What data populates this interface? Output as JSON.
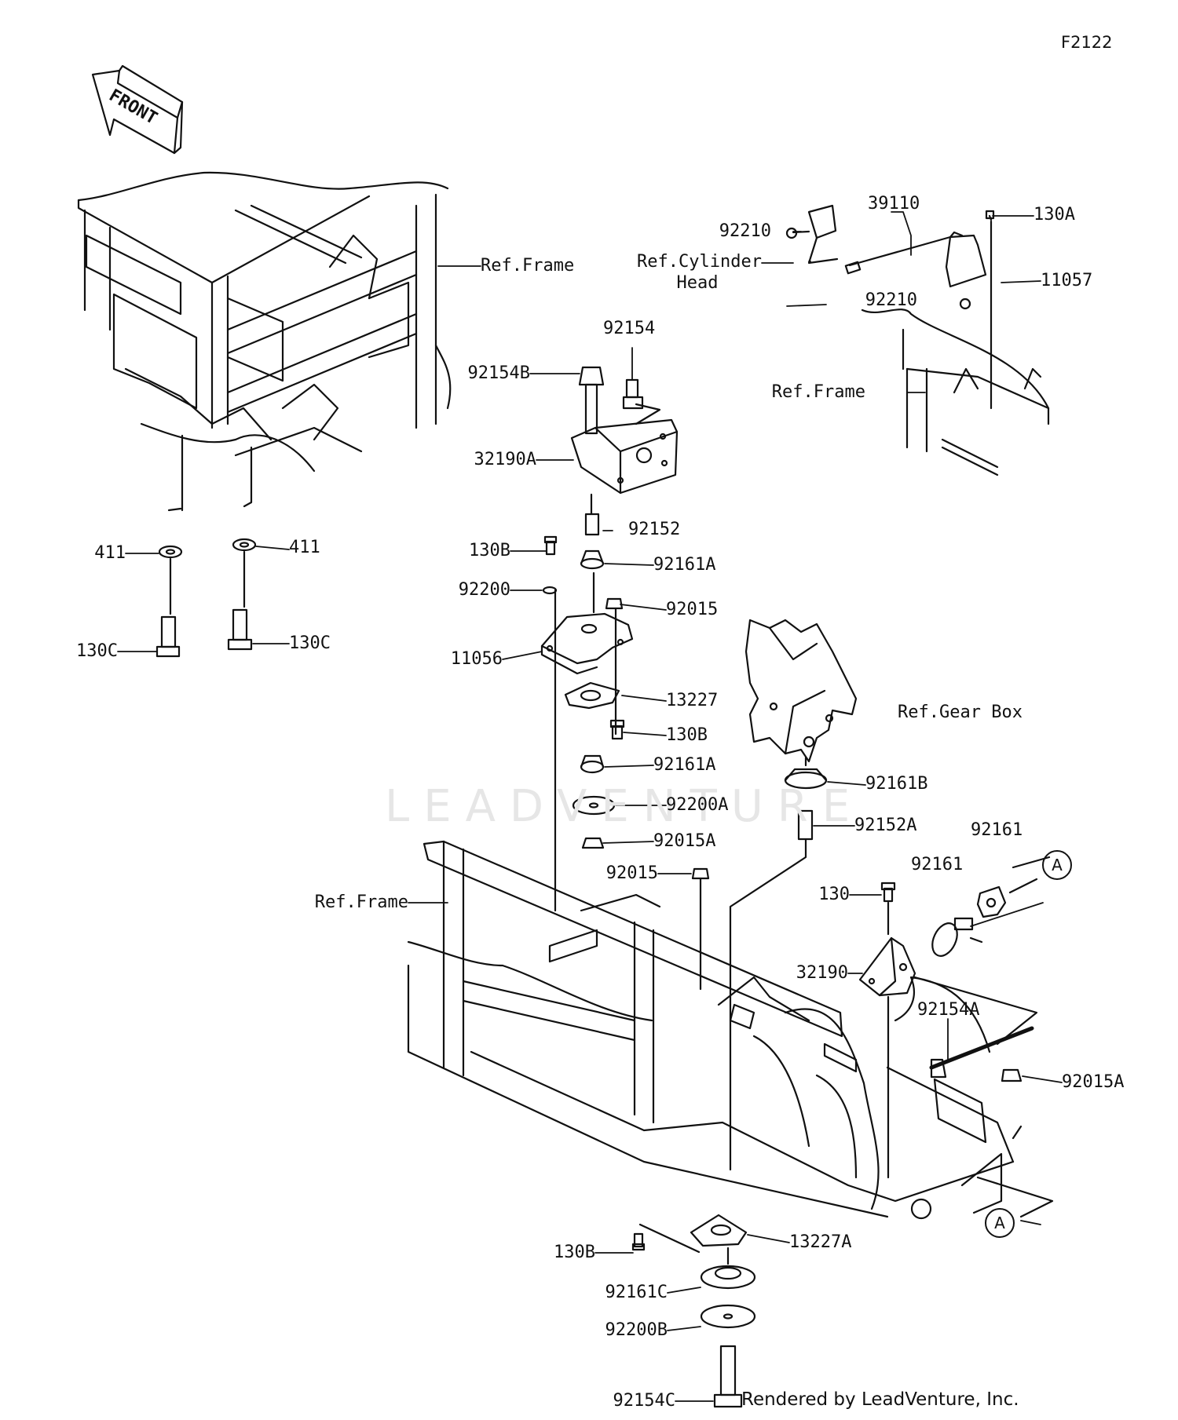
{
  "diagram_code": "F2122",
  "front_arrow_text": "FRONT",
  "watermark": "LEADVENTURE",
  "credit": "Rendered by LeadVenture, Inc.",
  "callout_letter": "A",
  "labels": {
    "ref_frame_top": "Ref.Frame",
    "ref_frame_right": "Ref.Frame",
    "ref_frame_main": "Ref.Frame",
    "ref_cyl_1": "Ref.Cylinder",
    "ref_cyl_2": "Head",
    "ref_gearbox": "Ref.Gear Box",
    "p39110": "39110",
    "p92210a": "92210",
    "p92210b": "92210",
    "p130A": "130A",
    "p11057": "11057",
    "p92154": "92154",
    "p92154B": "92154B",
    "p32190A": "32190A",
    "p92152": "92152",
    "p130B_1": "130B",
    "p92161A_1": "92161A",
    "p92200": "92200",
    "p92015_1": "92015",
    "p11056": "11056",
    "p13227": "13227",
    "p130B_2": "130B",
    "p92161A_2": "92161A",
    "p92200A": "92200A",
    "p92015A_1": "92015A",
    "p92015_2": "92015",
    "p92161B": "92161B",
    "p92152A": "92152A",
    "p92161_1": "92161",
    "p92161_2": "92161",
    "p130": "130",
    "p32190": "32190",
    "p92154A": "92154A",
    "p92015A_2": "92015A",
    "p13227A": "13227A",
    "p130B_3": "130B",
    "p92161C": "92161C",
    "p92200B": "92200B",
    "p92154C": "92154C",
    "p411_1": "411",
    "p411_2": "411",
    "p130C_1": "130C",
    "p130C_2": "130C"
  }
}
